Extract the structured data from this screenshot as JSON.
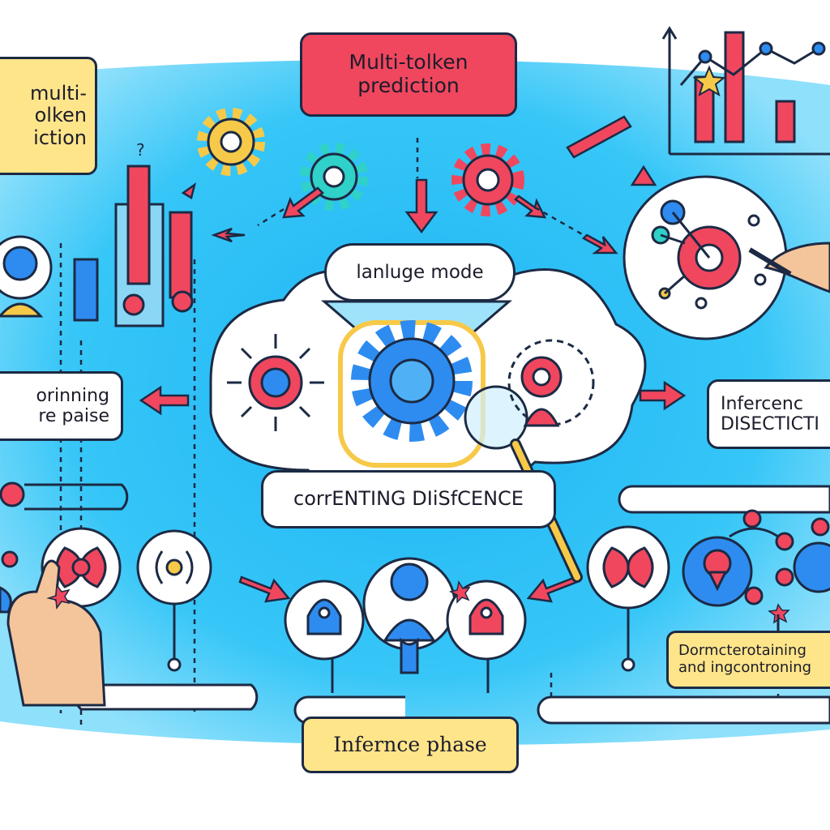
{
  "labels": {
    "title": "Multi-tolken\nprediction",
    "top_left": "multi-\nolken\niction",
    "language_model": "lanluge mode",
    "pretraining": "orinning\nre paise",
    "corrent": "corrENTING DIiSfCENCE",
    "inference_right": "Infercenc\nDISECTICTI",
    "inference_phase": "Infernce phase",
    "bottom_right": "Dormcterotaining\nand ingcontroning"
  },
  "colors": {
    "background_blue": "#2fc2f5",
    "accent_red": "#f0475e",
    "accent_blue": "#2e8cf0",
    "accent_yellow": "#f7c948",
    "accent_teal": "#2fd1c8",
    "outline": "#1c2a44"
  }
}
